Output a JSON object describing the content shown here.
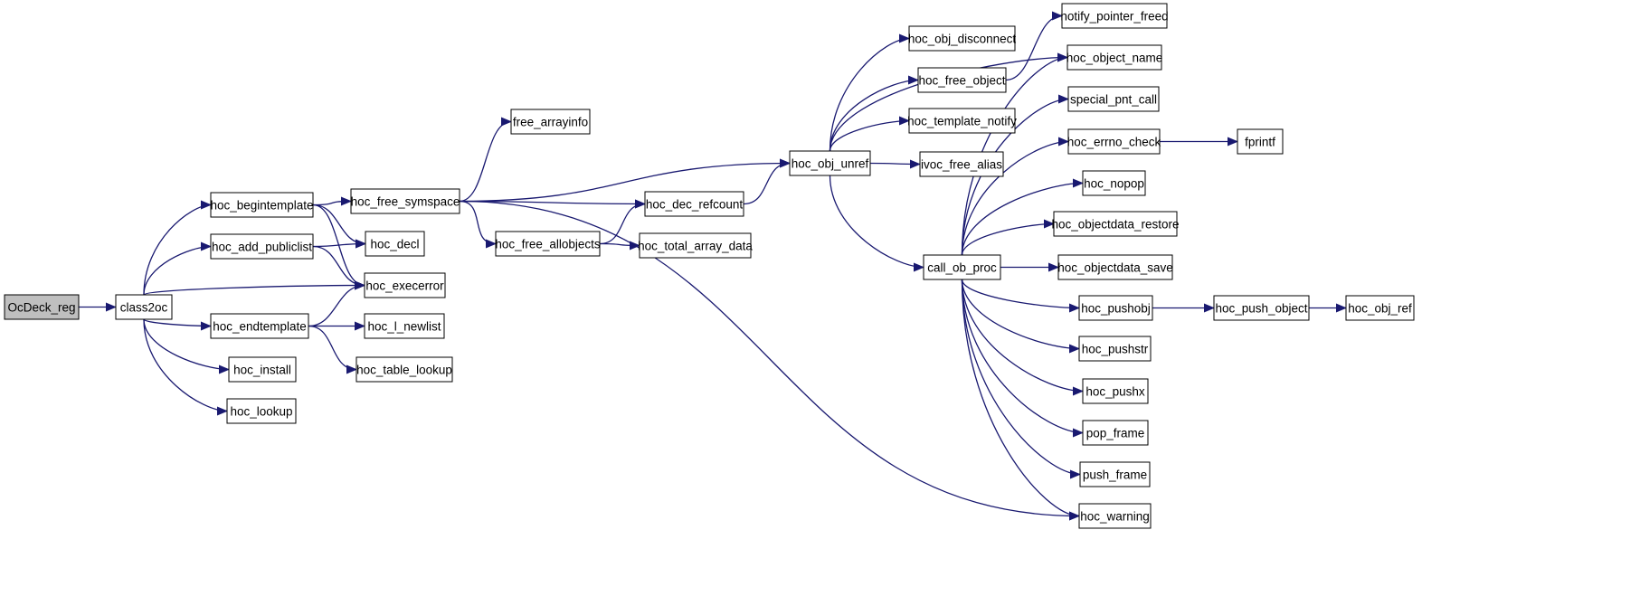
{
  "graph": {
    "nodes": [
      {
        "id": "OcDeck_reg",
        "label": "OcDeck_reg",
        "root": true
      },
      {
        "id": "class2oc",
        "label": "class2oc"
      },
      {
        "id": "hoc_begintemplate",
        "label": "hoc_begintemplate"
      },
      {
        "id": "hoc_add_publiclist",
        "label": "hoc_add_publiclist"
      },
      {
        "id": "hoc_endtemplate",
        "label": "hoc_endtemplate"
      },
      {
        "id": "hoc_install",
        "label": "hoc_install"
      },
      {
        "id": "hoc_lookup",
        "label": "hoc_lookup"
      },
      {
        "id": "hoc_free_symspace",
        "label": "hoc_free_symspace"
      },
      {
        "id": "hoc_decl",
        "label": "hoc_decl"
      },
      {
        "id": "hoc_execerror",
        "label": "hoc_execerror"
      },
      {
        "id": "hoc_l_newlist",
        "label": "hoc_l_newlist"
      },
      {
        "id": "hoc_table_lookup",
        "label": "hoc_table_lookup"
      },
      {
        "id": "free_arrayinfo",
        "label": "free_arrayinfo"
      },
      {
        "id": "hoc_free_allobjects",
        "label": "hoc_free_allobjects"
      },
      {
        "id": "hoc_dec_refcount",
        "label": "hoc_dec_refcount"
      },
      {
        "id": "hoc_total_array_data",
        "label": "hoc_total_array_data"
      },
      {
        "id": "hoc_obj_unref",
        "label": "hoc_obj_unref"
      },
      {
        "id": "hoc_obj_disconnect",
        "label": "hoc_obj_disconnect"
      },
      {
        "id": "hoc_free_object",
        "label": "hoc_free_object"
      },
      {
        "id": "hoc_template_notify",
        "label": "hoc_template_notify"
      },
      {
        "id": "ivoc_free_alias",
        "label": "ivoc_free_alias"
      },
      {
        "id": "call_ob_proc",
        "label": "call_ob_proc"
      },
      {
        "id": "notify_pointer_freed",
        "label": "notify_pointer_freed"
      },
      {
        "id": "hoc_object_name",
        "label": "hoc_object_name"
      },
      {
        "id": "special_pnt_call",
        "label": "special_pnt_call"
      },
      {
        "id": "hoc_errno_check",
        "label": "hoc_errno_check"
      },
      {
        "id": "fprintf",
        "label": "fprintf"
      },
      {
        "id": "hoc_nopop",
        "label": "hoc_nopop"
      },
      {
        "id": "hoc_objectdata_restore",
        "label": "hoc_objectdata_restore"
      },
      {
        "id": "hoc_objectdata_save",
        "label": "hoc_objectdata_save"
      },
      {
        "id": "hoc_pushobj",
        "label": "hoc_pushobj"
      },
      {
        "id": "hoc_push_object",
        "label": "hoc_push_object"
      },
      {
        "id": "hoc_obj_ref",
        "label": "hoc_obj_ref"
      },
      {
        "id": "hoc_pushstr",
        "label": "hoc_pushstr"
      },
      {
        "id": "hoc_pushx",
        "label": "hoc_pushx"
      },
      {
        "id": "pop_frame",
        "label": "pop_frame"
      },
      {
        "id": "push_frame",
        "label": "push_frame"
      },
      {
        "id": "hoc_warning",
        "label": "hoc_warning"
      }
    ],
    "edges": [
      [
        "OcDeck_reg",
        "class2oc"
      ],
      [
        "class2oc",
        "hoc_begintemplate"
      ],
      [
        "class2oc",
        "hoc_add_publiclist"
      ],
      [
        "class2oc",
        "hoc_execerror"
      ],
      [
        "class2oc",
        "hoc_endtemplate"
      ],
      [
        "class2oc",
        "hoc_install"
      ],
      [
        "class2oc",
        "hoc_lookup"
      ],
      [
        "hoc_begintemplate",
        "hoc_free_symspace"
      ],
      [
        "hoc_begintemplate",
        "hoc_decl"
      ],
      [
        "hoc_begintemplate",
        "hoc_execerror"
      ],
      [
        "hoc_add_publiclist",
        "hoc_decl"
      ],
      [
        "hoc_add_publiclist",
        "hoc_execerror"
      ],
      [
        "hoc_endtemplate",
        "hoc_execerror"
      ],
      [
        "hoc_endtemplate",
        "hoc_l_newlist"
      ],
      [
        "hoc_endtemplate",
        "hoc_table_lookup"
      ],
      [
        "hoc_free_symspace",
        "free_arrayinfo"
      ],
      [
        "hoc_free_symspace",
        "hoc_obj_unref"
      ],
      [
        "hoc_free_symspace",
        "hoc_dec_refcount"
      ],
      [
        "hoc_free_symspace",
        "hoc_free_allobjects"
      ],
      [
        "hoc_free_symspace",
        "hoc_warning"
      ],
      [
        "hoc_free_allobjects",
        "hoc_dec_refcount"
      ],
      [
        "hoc_free_allobjects",
        "hoc_total_array_data"
      ],
      [
        "hoc_dec_refcount",
        "hoc_obj_unref"
      ],
      [
        "hoc_obj_unref",
        "hoc_obj_disconnect"
      ],
      [
        "hoc_obj_unref",
        "hoc_free_object"
      ],
      [
        "hoc_obj_unref",
        "hoc_template_notify"
      ],
      [
        "hoc_obj_unref",
        "ivoc_free_alias"
      ],
      [
        "hoc_obj_unref",
        "hoc_object_name"
      ],
      [
        "hoc_obj_unref",
        "call_ob_proc"
      ],
      [
        "hoc_free_object",
        "notify_pointer_freed"
      ],
      [
        "call_ob_proc",
        "hoc_object_name"
      ],
      [
        "call_ob_proc",
        "special_pnt_call"
      ],
      [
        "call_ob_proc",
        "hoc_errno_check"
      ],
      [
        "call_ob_proc",
        "hoc_nopop"
      ],
      [
        "call_ob_proc",
        "hoc_objectdata_restore"
      ],
      [
        "call_ob_proc",
        "hoc_objectdata_save"
      ],
      [
        "call_ob_proc",
        "hoc_pushobj"
      ],
      [
        "call_ob_proc",
        "hoc_pushstr"
      ],
      [
        "call_ob_proc",
        "hoc_pushx"
      ],
      [
        "call_ob_proc",
        "pop_frame"
      ],
      [
        "call_ob_proc",
        "push_frame"
      ],
      [
        "call_ob_proc",
        "hoc_warning"
      ],
      [
        "hoc_errno_check",
        "fprintf"
      ],
      [
        "hoc_pushobj",
        "hoc_push_object"
      ],
      [
        "hoc_push_object",
        "hoc_obj_ref"
      ]
    ],
    "colors": {
      "edge": "#191970",
      "root_fill": "#bfbfbf",
      "node_fill": "#ffffff",
      "node_border": "#000000"
    }
  }
}
